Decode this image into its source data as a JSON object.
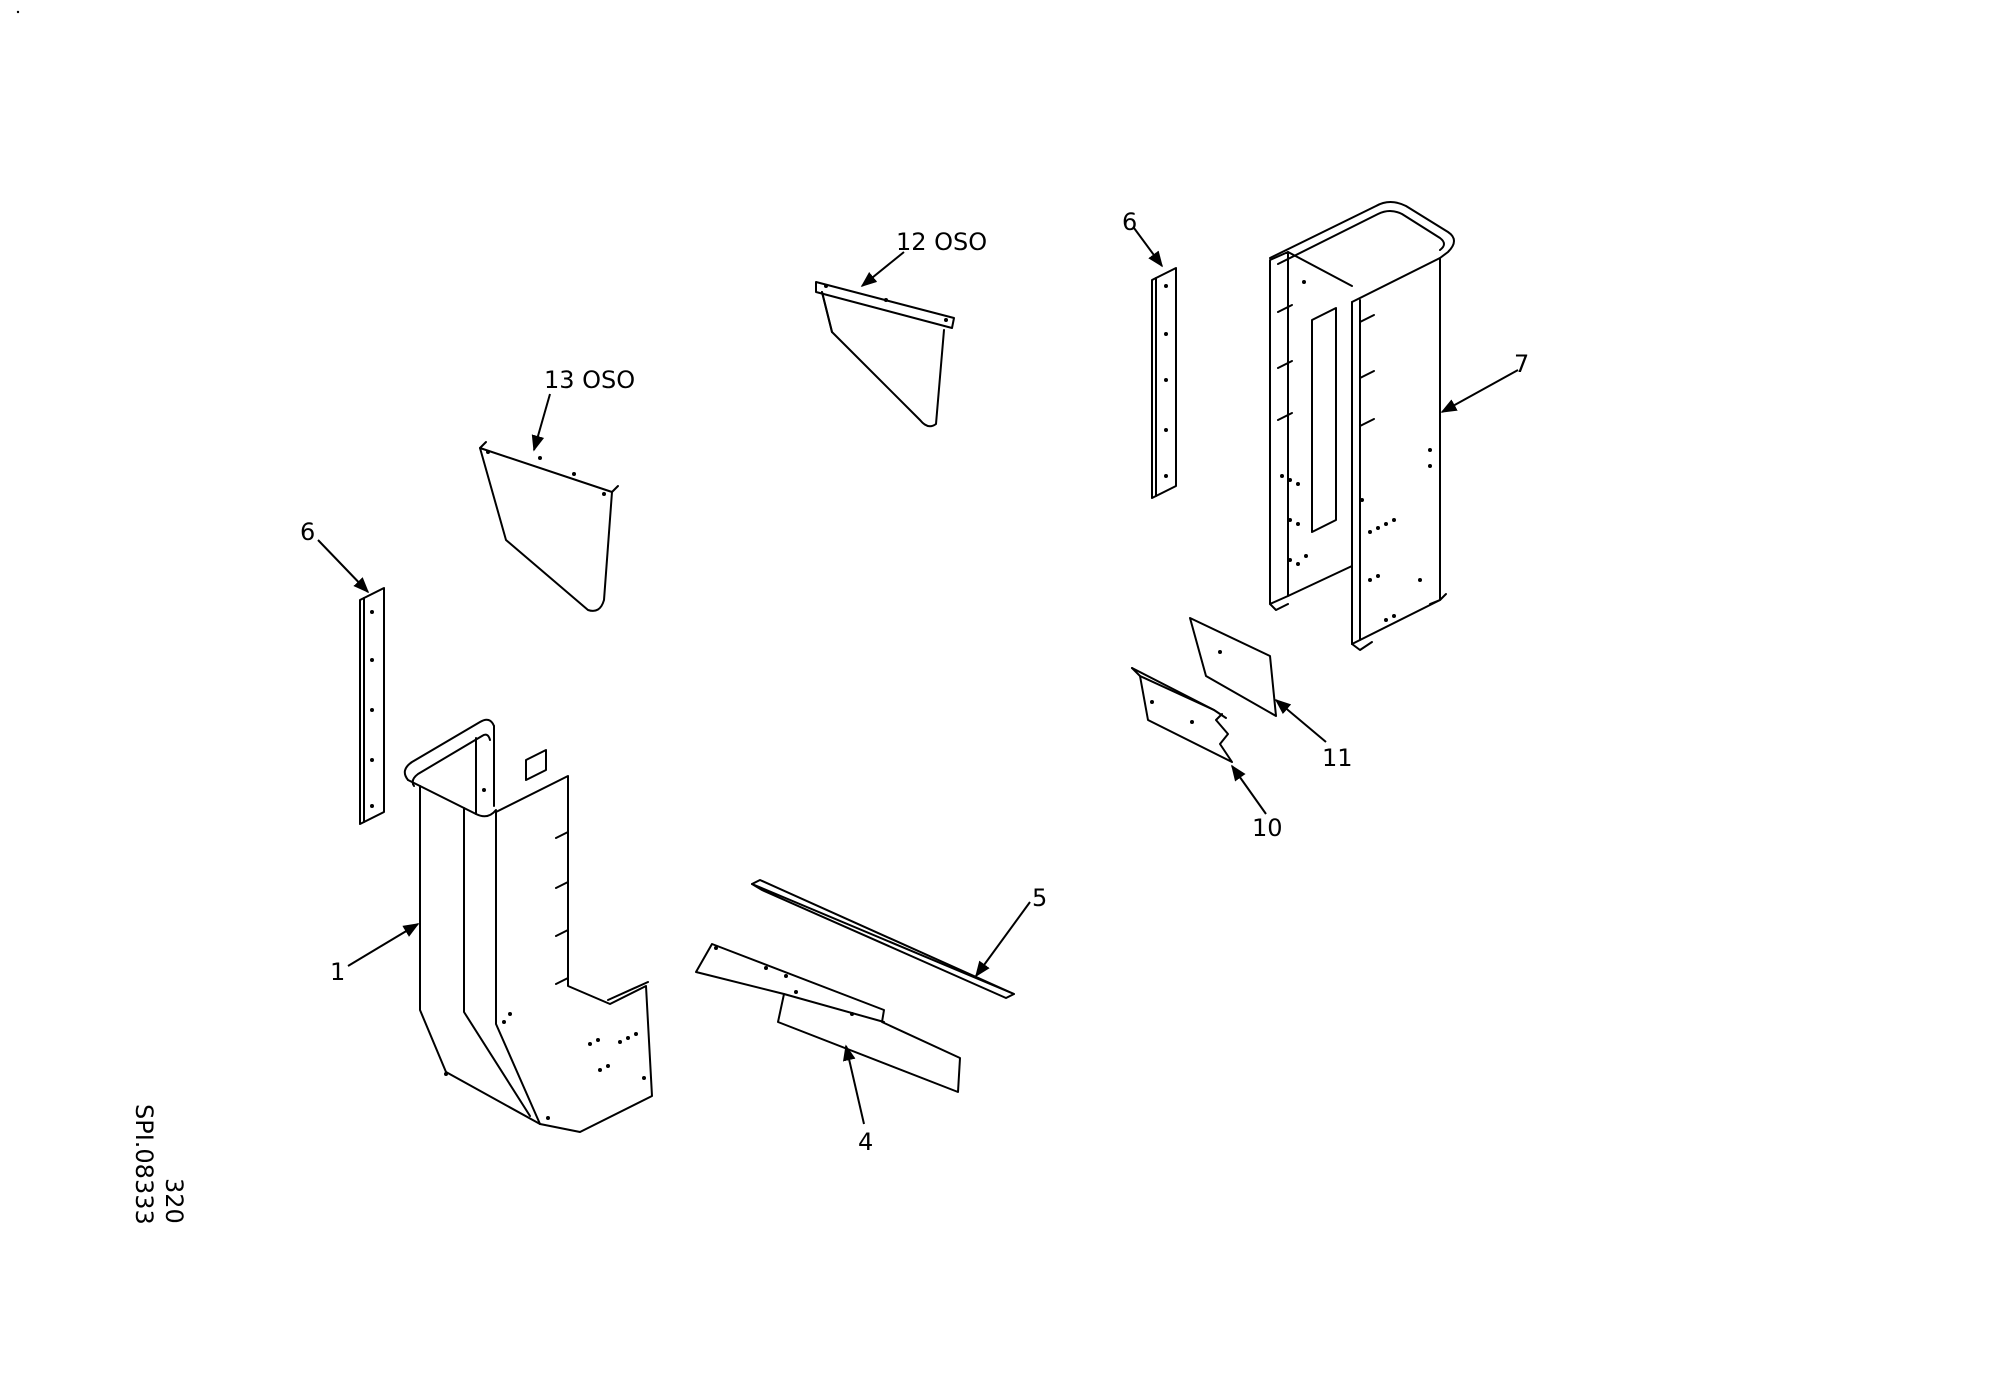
{
  "callouts": {
    "p1": "1",
    "p4": "4",
    "p5": "5",
    "p6a": "6",
    "p6b": "6",
    "p7": "7",
    "p10": "10",
    "p11": "11",
    "p12": "12 OSO",
    "p13": "13 OSO"
  },
  "sheet": {
    "code": "SPI.08333",
    "page": "320"
  }
}
